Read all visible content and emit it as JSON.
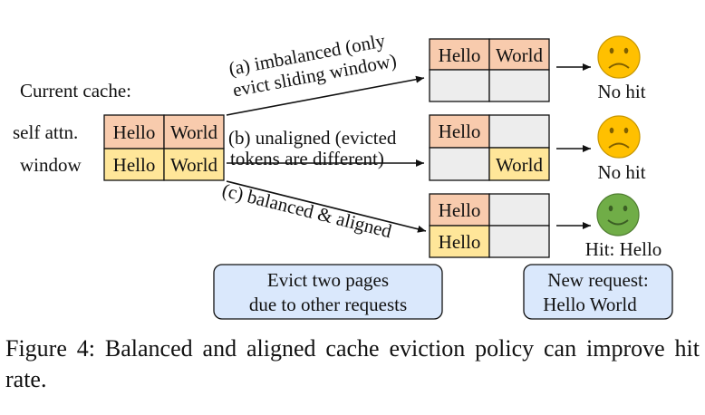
{
  "colors": {
    "self_attn_cell": "#f8cbad",
    "window_cell": "#ffe699",
    "empty_cell": "#ededed",
    "note_box": "#dae8fc",
    "sad_face": "#ffc000",
    "happy_face": "#70ad47"
  },
  "figure": {
    "current_cache_label": "Current cache:",
    "row_labels": [
      "self attn.",
      "window"
    ],
    "current_cache": [
      [
        "Hello",
        "World"
      ],
      [
        "Hello",
        "World"
      ]
    ],
    "cases": [
      {
        "arrow_label_lines": [
          "(a) imbalanced (only",
          "evict sliding window)"
        ],
        "cells": [
          [
            "Hello",
            "World"
          ],
          [
            "",
            ""
          ]
        ],
        "result_face": "sad-face-icon",
        "result_label": "No hit"
      },
      {
        "arrow_label_lines": [
          "(b) unaligned (evicted",
          "tokens are different)"
        ],
        "cells": [
          [
            "Hello",
            ""
          ],
          [
            "",
            "World"
          ]
        ],
        "result_face": "sad-face-icon",
        "result_label": "No hit"
      },
      {
        "arrow_label_lines": [
          "(c) balanced & aligned"
        ],
        "cells": [
          [
            "Hello",
            ""
          ],
          [
            "Hello",
            ""
          ]
        ],
        "result_face": "happy-face-icon",
        "result_label": "Hit: Hello"
      }
    ],
    "evict_note_lines": [
      "Evict two pages",
      "due to other requests"
    ],
    "request_note_lines": [
      "New request:",
      "Hello World"
    ]
  },
  "caption": "Figure 4: Balanced and aligned cache eviction policy can improve hit rate."
}
